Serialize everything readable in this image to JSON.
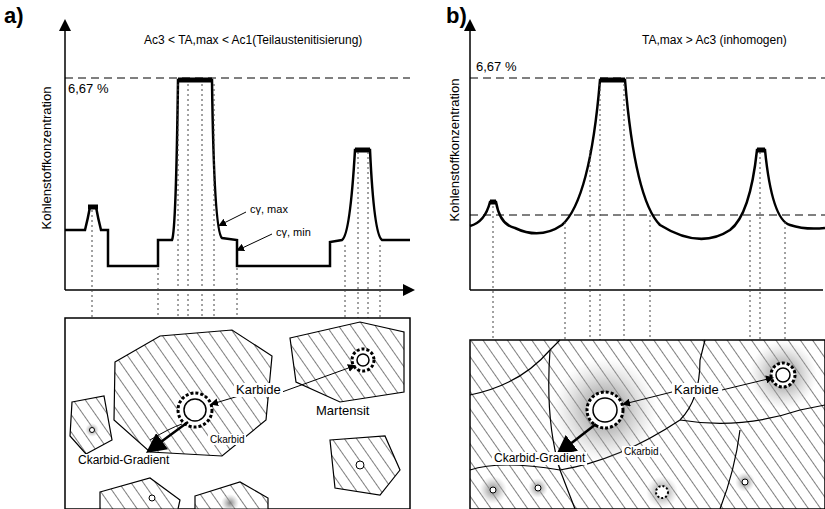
{
  "diagram": {
    "labels": [
      "a)",
      "Kohlenstoffkonzentration",
      "Ac3 < TA,max < Ac1(Teilaustenitisierung)",
      "6,67 %",
      "cγ, max",
      "cγ, min",
      "Karbide",
      "Martensit",
      "Ckarbid-Gradient",
      "Ckarbid",
      "b)",
      "Kohlenstoffkonzentration",
      "TA,max > Ac3 (inhomogen)",
      "6,67 %",
      "Karbide",
      "Ckarbid-Gradient",
      "Ckarbid"
    ]
  }
}
